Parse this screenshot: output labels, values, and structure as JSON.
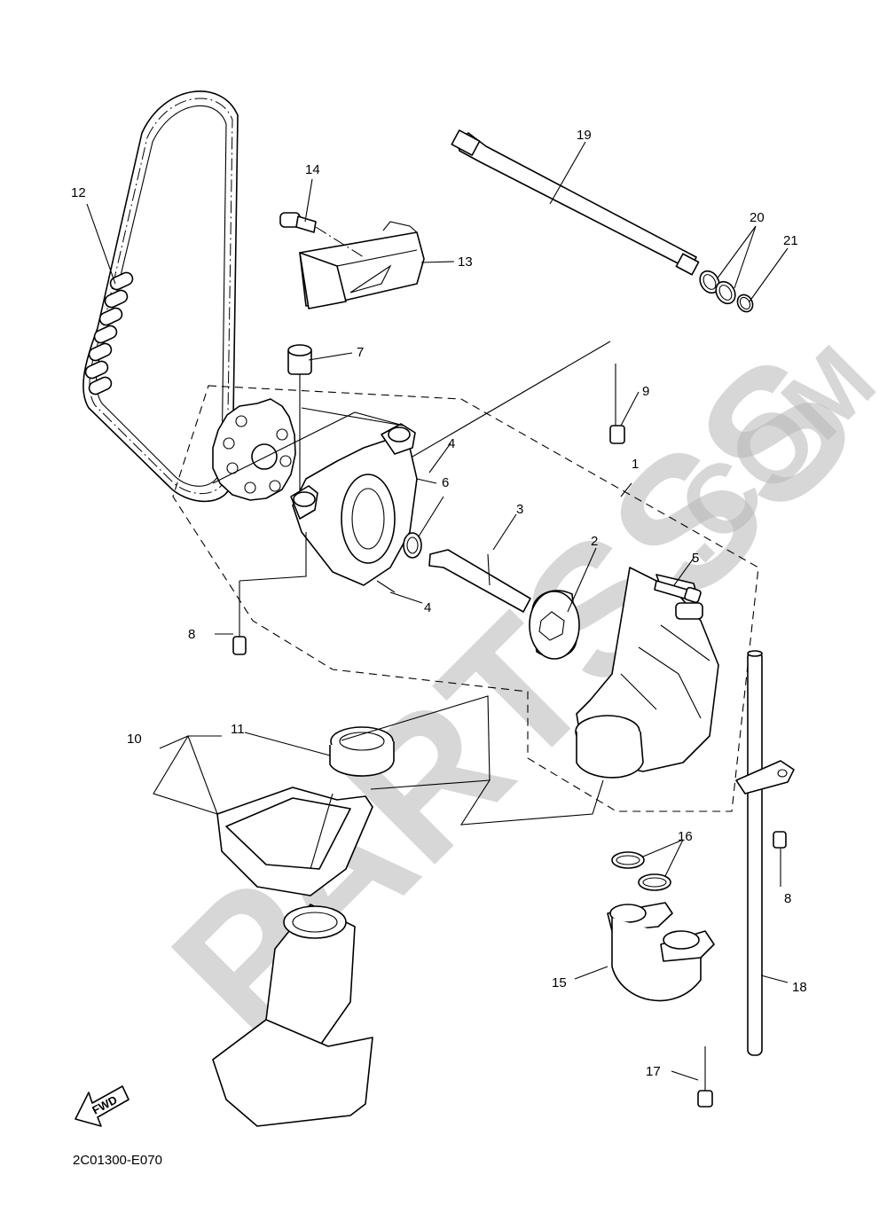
{
  "diagram": {
    "code": "2C01300-E070",
    "fwd_label": "FWD",
    "watermark": {
      "main": "PARTSSS",
      "suffix": ".COM"
    },
    "callouts": {
      "c1": "1",
      "c2": "2",
      "c3": "3",
      "c4a": "4",
      "c4b": "4",
      "c5": "5",
      "c6": "6",
      "c7": "7",
      "c8a": "8",
      "c8b": "8",
      "c9": "9",
      "c10": "10",
      "c11": "11",
      "c12": "12",
      "c13": "13",
      "c14": "14",
      "c15": "15",
      "c16": "16",
      "c17": "17",
      "c18": "18",
      "c19": "19",
      "c20": "20",
      "c21": "21"
    }
  }
}
